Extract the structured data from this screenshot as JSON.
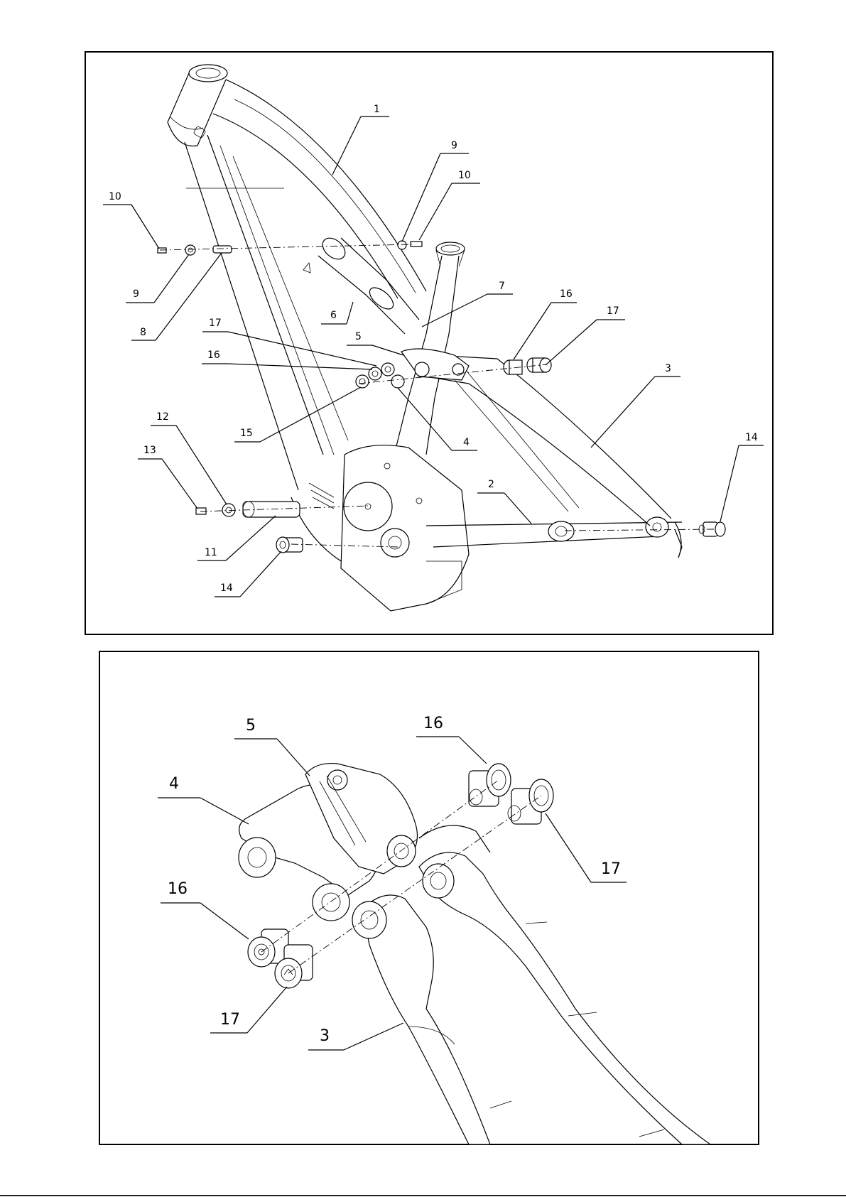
{
  "top_view": {
    "callouts": [
      {
        "id": "c1",
        "text": "1"
      },
      {
        "id": "c9a",
        "text": "9"
      },
      {
        "id": "c10a",
        "text": "10"
      },
      {
        "id": "c10b",
        "text": "10"
      },
      {
        "id": "c9b",
        "text": "9"
      },
      {
        "id": "c8",
        "text": "8"
      },
      {
        "id": "c6",
        "text": "6"
      },
      {
        "id": "c7",
        "text": "7"
      },
      {
        "id": "c16a",
        "text": "16"
      },
      {
        "id": "c17a",
        "text": "17"
      },
      {
        "id": "c17b",
        "text": "17"
      },
      {
        "id": "c5",
        "text": "5"
      },
      {
        "id": "c16b",
        "text": "16"
      },
      {
        "id": "c3",
        "text": "3"
      },
      {
        "id": "c15",
        "text": "15"
      },
      {
        "id": "c4",
        "text": "4"
      },
      {
        "id": "c12",
        "text": "12"
      },
      {
        "id": "c13",
        "text": "13"
      },
      {
        "id": "c14a",
        "text": "14"
      },
      {
        "id": "c2",
        "text": "2"
      },
      {
        "id": "c11",
        "text": "11"
      },
      {
        "id": "c14b",
        "text": "14"
      }
    ]
  },
  "bottom_view": {
    "callouts": [
      {
        "id": "d5",
        "text": "5"
      },
      {
        "id": "d16a",
        "text": "16"
      },
      {
        "id": "d4",
        "text": "4"
      },
      {
        "id": "d17a",
        "text": "17"
      },
      {
        "id": "d16b",
        "text": "16"
      },
      {
        "id": "d17b",
        "text": "17"
      },
      {
        "id": "d3",
        "text": "3"
      }
    ]
  }
}
